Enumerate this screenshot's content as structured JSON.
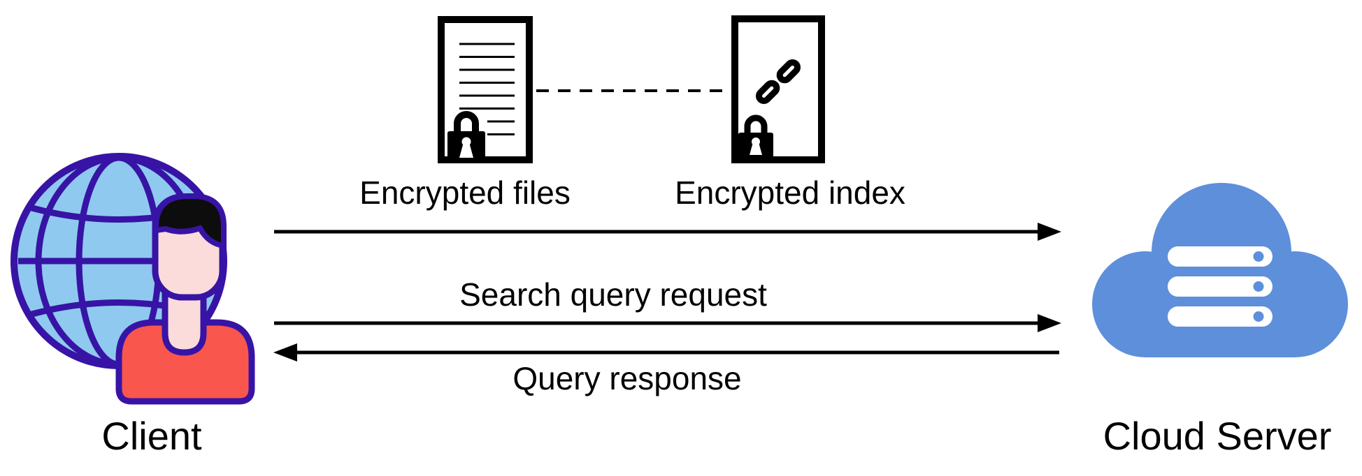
{
  "diagram": {
    "client": {
      "label": "Client"
    },
    "cloud_server": {
      "label": "Cloud Server"
    },
    "artifacts": {
      "encrypted_files": {
        "label": "Encrypted files"
      },
      "encrypted_index": {
        "label": "Encrypted index"
      }
    },
    "flows": {
      "outsource": {
        "label": "",
        "direction": "client-to-server"
      },
      "search_request": {
        "label": "Search query request",
        "direction": "client-to-server"
      },
      "query_response": {
        "label": "Query response",
        "direction": "server-to-client"
      }
    }
  },
  "icons": {
    "client": "globe-user-icon",
    "cloud_server": "cloud-server-icon",
    "encrypted_files": "document-lock-icon",
    "encrypted_index": "chain-link-lock-icon",
    "link_between_artifacts": "dashed-line"
  },
  "colors": {
    "background": "#FFFFFF",
    "ink": "#000000",
    "outline_indigo": "#3714A5",
    "globe_blue": "#8FC9EF",
    "skin_pink": "#FBDCDB",
    "shirt_red": "#F9564D",
    "hair_black": "#0D0D0D",
    "cloud_blue": "#5E8FDB",
    "white": "#FFFFFF"
  }
}
